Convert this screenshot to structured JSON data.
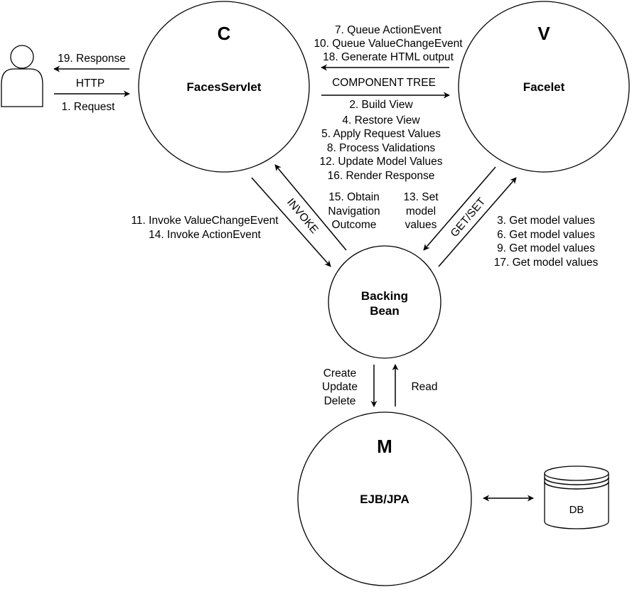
{
  "nodes": {
    "controller": {
      "letter": "C",
      "title": "FacesServlet"
    },
    "view": {
      "letter": "V",
      "title": "Facelet"
    },
    "bean": {
      "title_line1": "Backing",
      "title_line2": "Bean"
    },
    "model": {
      "letter": "M",
      "title": "EJB/JPA"
    },
    "db": {
      "label": "DB"
    }
  },
  "labels": {
    "response": "19. Response",
    "http": "HTTP",
    "request": "1. Request",
    "controller_to_view_top": [
      "7. Queue ActionEvent",
      "10. Queue ValueChangeEvent",
      "18. Generate HTML output"
    ],
    "component_tree": "COMPONENT TREE",
    "controller_to_view_bottom": [
      "2. Build View",
      "4. Restore View",
      "5. Apply Request Values",
      "8. Process Validations",
      "12. Update Model Values",
      "16. Render Response"
    ],
    "invoke_events": [
      "11. Invoke ValueChangeEvent",
      "14. Invoke ActionEvent"
    ],
    "invoke": "INVOKE",
    "obtain_outcome": [
      "15. Obtain",
      "Navigation",
      "Outcome"
    ],
    "set_model": [
      "13. Set",
      "model",
      "values"
    ],
    "get_set": "GET/SET",
    "get_model_values": [
      "3. Get model values",
      "6. Get model values",
      "9. Get model values",
      "17. Get model values"
    ],
    "crud": [
      "Create",
      "Update",
      "Delete"
    ],
    "read": "Read"
  }
}
